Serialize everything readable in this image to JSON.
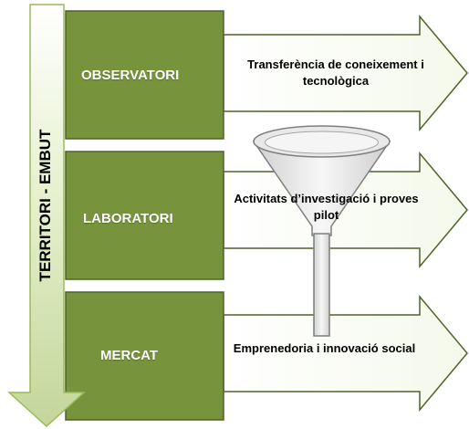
{
  "vertical_arrow": {
    "label": "TERRITORI - EMBUT"
  },
  "rows": [
    {
      "category": "OBSERVATORI",
      "description": "Transferència de coneixement i tecnològica"
    },
    {
      "category": "LABORATORI",
      "description": "Activitats d’investigació i proves pilot"
    },
    {
      "category": "MERCAT",
      "description": "Emprenedoria i innovació social"
    }
  ],
  "colors": {
    "box_green": "#77933c",
    "box_border": "#4f6228",
    "arrow_light": "#eef6dd",
    "arrow_mid": "#c3d69b",
    "arrow_border": "#4f6228",
    "funnel": "#e6e6e6",
    "funnel_border": "#7f7f7f"
  },
  "icons": [
    "funnel-icon"
  ]
}
